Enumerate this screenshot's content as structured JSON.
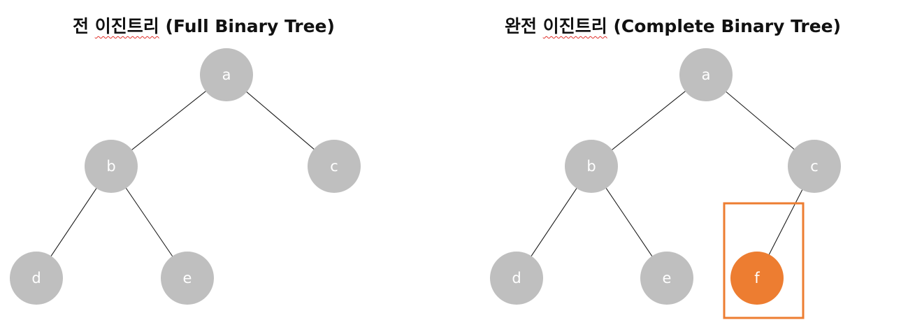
{
  "colors": {
    "node": "#bfbfbf",
    "highlight": "#ed7d31",
    "edge": "#1a1a1a",
    "label": "#ffffff",
    "spellcheck_underline": "#e0302a"
  },
  "left_tree": {
    "title_prefix": "전 ",
    "title_underlined": "이진트리",
    "title_suffix": " (Full Binary Tree)",
    "nodes": [
      {
        "id": "a",
        "label": "a",
        "highlight": false
      },
      {
        "id": "b",
        "label": "b",
        "highlight": false
      },
      {
        "id": "c",
        "label": "c",
        "highlight": false
      },
      {
        "id": "d",
        "label": "d",
        "highlight": false
      },
      {
        "id": "e",
        "label": "e",
        "highlight": false
      }
    ],
    "edges": [
      [
        "a",
        "b"
      ],
      [
        "a",
        "c"
      ],
      [
        "b",
        "d"
      ],
      [
        "b",
        "e"
      ]
    ]
  },
  "right_tree": {
    "title_prefix": "완전 ",
    "title_underlined": "이진트리",
    "title_suffix": " (Complete Binary Tree)",
    "nodes": [
      {
        "id": "a",
        "label": "a",
        "highlight": false
      },
      {
        "id": "b",
        "label": "b",
        "highlight": false
      },
      {
        "id": "c",
        "label": "c",
        "highlight": false
      },
      {
        "id": "d",
        "label": "d",
        "highlight": false
      },
      {
        "id": "e",
        "label": "e",
        "highlight": false
      },
      {
        "id": "f",
        "label": "f",
        "highlight": true
      }
    ],
    "edges": [
      [
        "a",
        "b"
      ],
      [
        "a",
        "c"
      ],
      [
        "b",
        "d"
      ],
      [
        "b",
        "e"
      ],
      [
        "c",
        "f"
      ]
    ],
    "boxed_node": "f"
  }
}
